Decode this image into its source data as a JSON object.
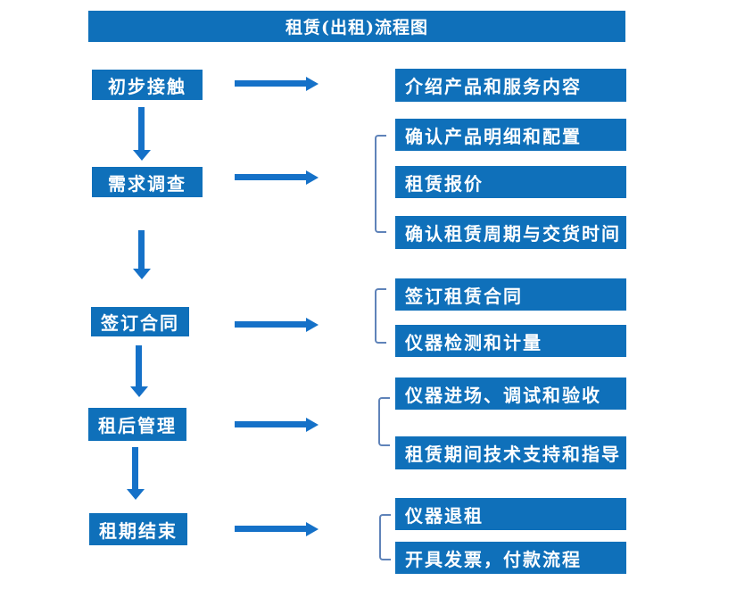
{
  "title": "租赁(出租)流程图",
  "colors": {
    "box_blue": "#0f70ba",
    "arrow_blue": "#1571c8",
    "bracket_blue": "#5f83b9",
    "text_white": "#ffffff",
    "background": "#ffffff"
  },
  "left_steps": [
    {
      "label": "初步接触"
    },
    {
      "label": "需求调查"
    },
    {
      "label": "签订合同"
    },
    {
      "label": "租后管理"
    },
    {
      "label": "租期结束"
    }
  ],
  "right_items": [
    {
      "label": "介绍产品和服务内容"
    },
    {
      "label": "确认产品明细和配置"
    },
    {
      "label": "租赁报价"
    },
    {
      "label": "确认租赁周期与交货时间"
    },
    {
      "label": "签订租赁合同"
    },
    {
      "label": "仪器检测和计量"
    },
    {
      "label": "仪器进场、调试和验收"
    },
    {
      "label": "租赁期间技术支持和指导"
    },
    {
      "label": "仪器退租"
    },
    {
      "label": "开具发票，付款流程"
    }
  ]
}
